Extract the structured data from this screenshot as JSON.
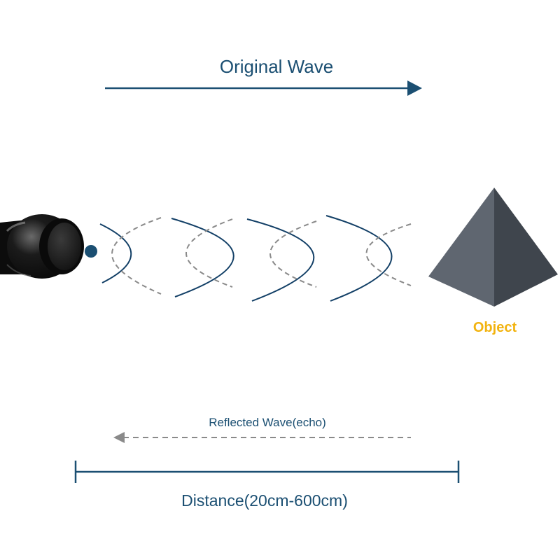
{
  "labels": {
    "original_wave": "Original Wave",
    "object": "Object",
    "reflected_wave": "Reflected Wave(echo)",
    "distance": "Distance(20cm-600cm)"
  },
  "colors": {
    "primary": "#1b4f72",
    "wave_line": "#123f66",
    "echo_line": "#8a8a8a",
    "object_label": "#f2b30f",
    "pyramid_light": "#5f6670",
    "pyramid_dark": "#3f454d",
    "sensor": "#111111"
  },
  "icons": {
    "sensor": "ultrasonic-sensor-icon",
    "object": "pyramid-object-icon"
  }
}
